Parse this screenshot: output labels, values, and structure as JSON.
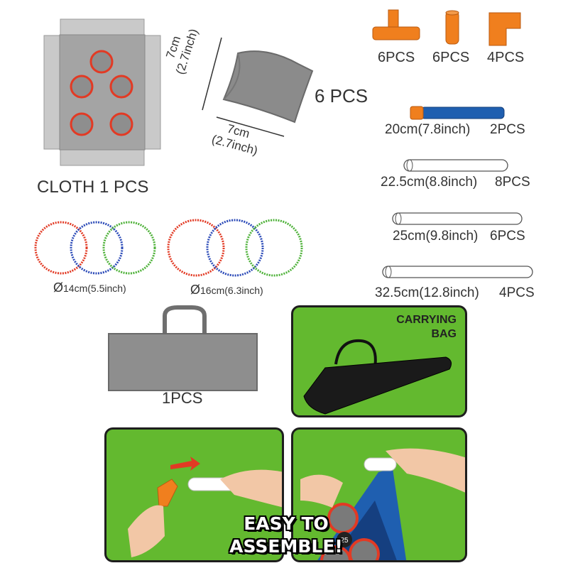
{
  "cloth": {
    "label": "CLOTH 1 PCS"
  },
  "bean_bag": {
    "dim_side": "7cm",
    "dim_side_inch": "(2.7inch)",
    "dim_bottom": "7cm",
    "dim_bottom_inch": "(2.7inch)",
    "count": "6 PCS"
  },
  "connectors": [
    {
      "count": "6PCS"
    },
    {
      "count": "6PCS"
    },
    {
      "count": "4PCS"
    }
  ],
  "tubes": [
    {
      "size": "20cm(7.8inch)",
      "count": "2PCS"
    },
    {
      "size": "22.5cm(8.8inch)",
      "count": "8PCS"
    },
    {
      "size": "25cm(9.8inch)",
      "count": "6PCS"
    },
    {
      "size": "32.5cm(12.8inch)",
      "count": "4PCS"
    }
  ],
  "rings": [
    {
      "size": "14cm(5.5inch)"
    },
    {
      "size": "16cm(6.3inch)"
    }
  ],
  "bag": {
    "label": "1PCS"
  },
  "carrying_bag_panel": {
    "line1": "CARRYING",
    "line2": "BAG"
  },
  "assemble_banner": {
    "line1": "EASY TO",
    "line2": "ASSEMBLE!"
  },
  "target_number": "25",
  "colors": {
    "orange": "#f07f1e",
    "blue": "#1f5fb0",
    "gray": "#8e8e8e",
    "green_bg": "#63b92f",
    "red_ring": "#e23a24",
    "blue_ring": "#2c4bb8",
    "green_ring": "#4fb23a"
  }
}
